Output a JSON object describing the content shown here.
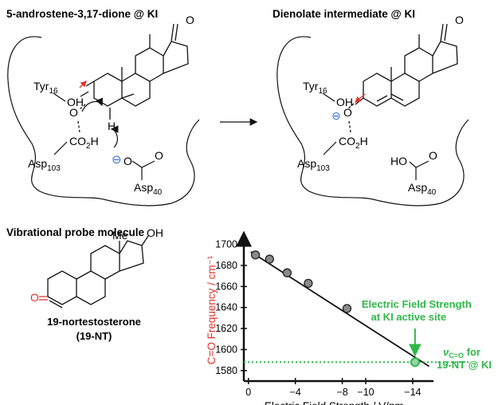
{
  "panel_left": {
    "title": "5-androstene-3,17-dione @ KI",
    "tyr": "Tyr",
    "tyr_sub": "16",
    "oh": "OH",
    "o": "O",
    "h": "H",
    "co2h": "CO",
    "co2h_sub": "2",
    "co2h_h": "H",
    "asp1": "Asp",
    "asp1_sub": "103",
    "asp2": "Asp",
    "asp2_sub": "40",
    "ketone": "O",
    "minus": "⊖",
    "o_acid": "O",
    "o_acid2": "O"
  },
  "panel_right": {
    "title": "Dienolate intermediate @ KI",
    "tyr": "Tyr",
    "tyr_sub": "16",
    "oh": "OH",
    "o": "O",
    "co2h": "CO",
    "co2h_sub": "2",
    "co2h_h": "H",
    "asp1": "Asp",
    "asp1_sub": "103",
    "ho": "HO",
    "o_dbl": "O",
    "asp2": "Asp",
    "asp2_sub": "40",
    "ketone": "O",
    "minus": "⊖"
  },
  "probe": {
    "title": "Vibrational probe molecule",
    "me": "Me",
    "oh": "OH",
    "o": "O",
    "name1": "19-nortestosterone",
    "name2": "(19-NT)"
  },
  "colors": {
    "accent_red": "#e0332b",
    "accent_green": "#2fb84a",
    "minus_blue": "#3a6fd8"
  },
  "chart_data": {
    "type": "scatter",
    "xlabel": "Electric Field Strength / V/nm",
    "ylabel": "C=O Frequency / cm⁻¹",
    "xlim": [
      0.8,
      -15.5
    ],
    "ylim": [
      1570,
      1705
    ],
    "x_ticks": [
      "0",
      "−4",
      "−8",
      "−10",
      "−14"
    ],
    "x_tick_values": [
      0,
      -4,
      -8,
      -10,
      -14
    ],
    "y_ticks": [
      "1580",
      "1600",
      "1620",
      "1640",
      "1660",
      "1680",
      "1700"
    ],
    "y_tick_values": [
      1580,
      1600,
      1620,
      1640,
      1660,
      1680,
      1700
    ],
    "points": [
      {
        "x": -0.6,
        "y": 1690
      },
      {
        "x": -1.8,
        "y": 1686
      },
      {
        "x": -3.3,
        "y": 1673
      },
      {
        "x": -5.1,
        "y": 1663
      },
      {
        "x": -8.4,
        "y": 1639
      }
    ],
    "fit_line": [
      {
        "x": -0.2,
        "y": 1693
      },
      {
        "x": -15.4,
        "y": 1584
      }
    ],
    "highlight_point": {
      "x": -14.2,
      "y": 1588
    },
    "annotation_field": [
      "Electric Field Strength",
      "at KI active site"
    ],
    "annotation_freq_symbol": "ν",
    "annotation_freq_sub": "C=O",
    "annotation_freq_rest": " for",
    "annotation_freq_line2": "19-NT @ KI",
    "grid": false
  }
}
